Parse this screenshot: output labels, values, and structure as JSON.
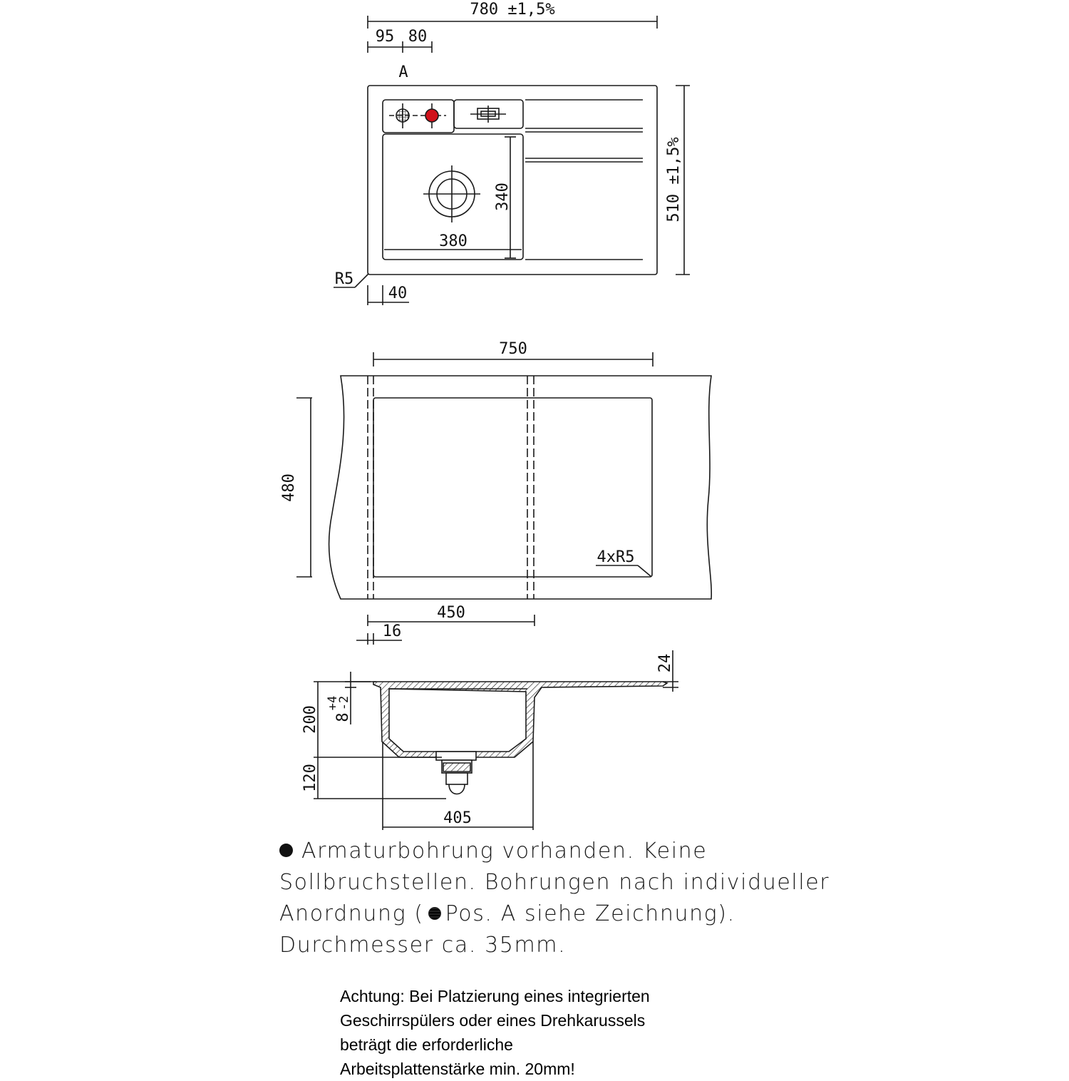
{
  "top_view": {
    "overall_width": "780 ±1,5%",
    "offset_a": "95",
    "offset_b": "80",
    "position_label": "A",
    "overall_depth": "510 ±1,5%",
    "bowl_depth": "340",
    "bowl_width": "380",
    "corner_radius": "R5",
    "rim_width": "40"
  },
  "cutout_view": {
    "cutout_width": "750",
    "cutout_depth": "480",
    "corner_radius": "4xR5",
    "cabinet_width": "450",
    "offset": "16"
  },
  "section_view": {
    "rim_height": "24",
    "tolerance_upper": "+4",
    "tolerance_lower": "-2",
    "tolerance_base": "8",
    "bowl_height": "200",
    "drain_height": "120",
    "bowl_inner_width": "405"
  },
  "note": {
    "line1": "Armaturbohrung vorhanden. Keine",
    "line2": "Sollbruchstellen. Bohrungen nach individueller",
    "line3_a": "Anordnung (",
    "line3_b": "Pos. A siehe Zeichnung).",
    "line4": "Durchmesser ca. 35mm."
  },
  "warning": {
    "line1": "Achtung: Bei Platzierung eines integrierten",
    "line2": "Geschirrspülers oder eines Drehkarussels",
    "line3": "beträgt die erforderliche",
    "line4": "Arbeitsplattenstärke min. 20mm!"
  },
  "colors": {
    "line": "#1a1a1a",
    "tap_hole_red": "#d0121b"
  }
}
